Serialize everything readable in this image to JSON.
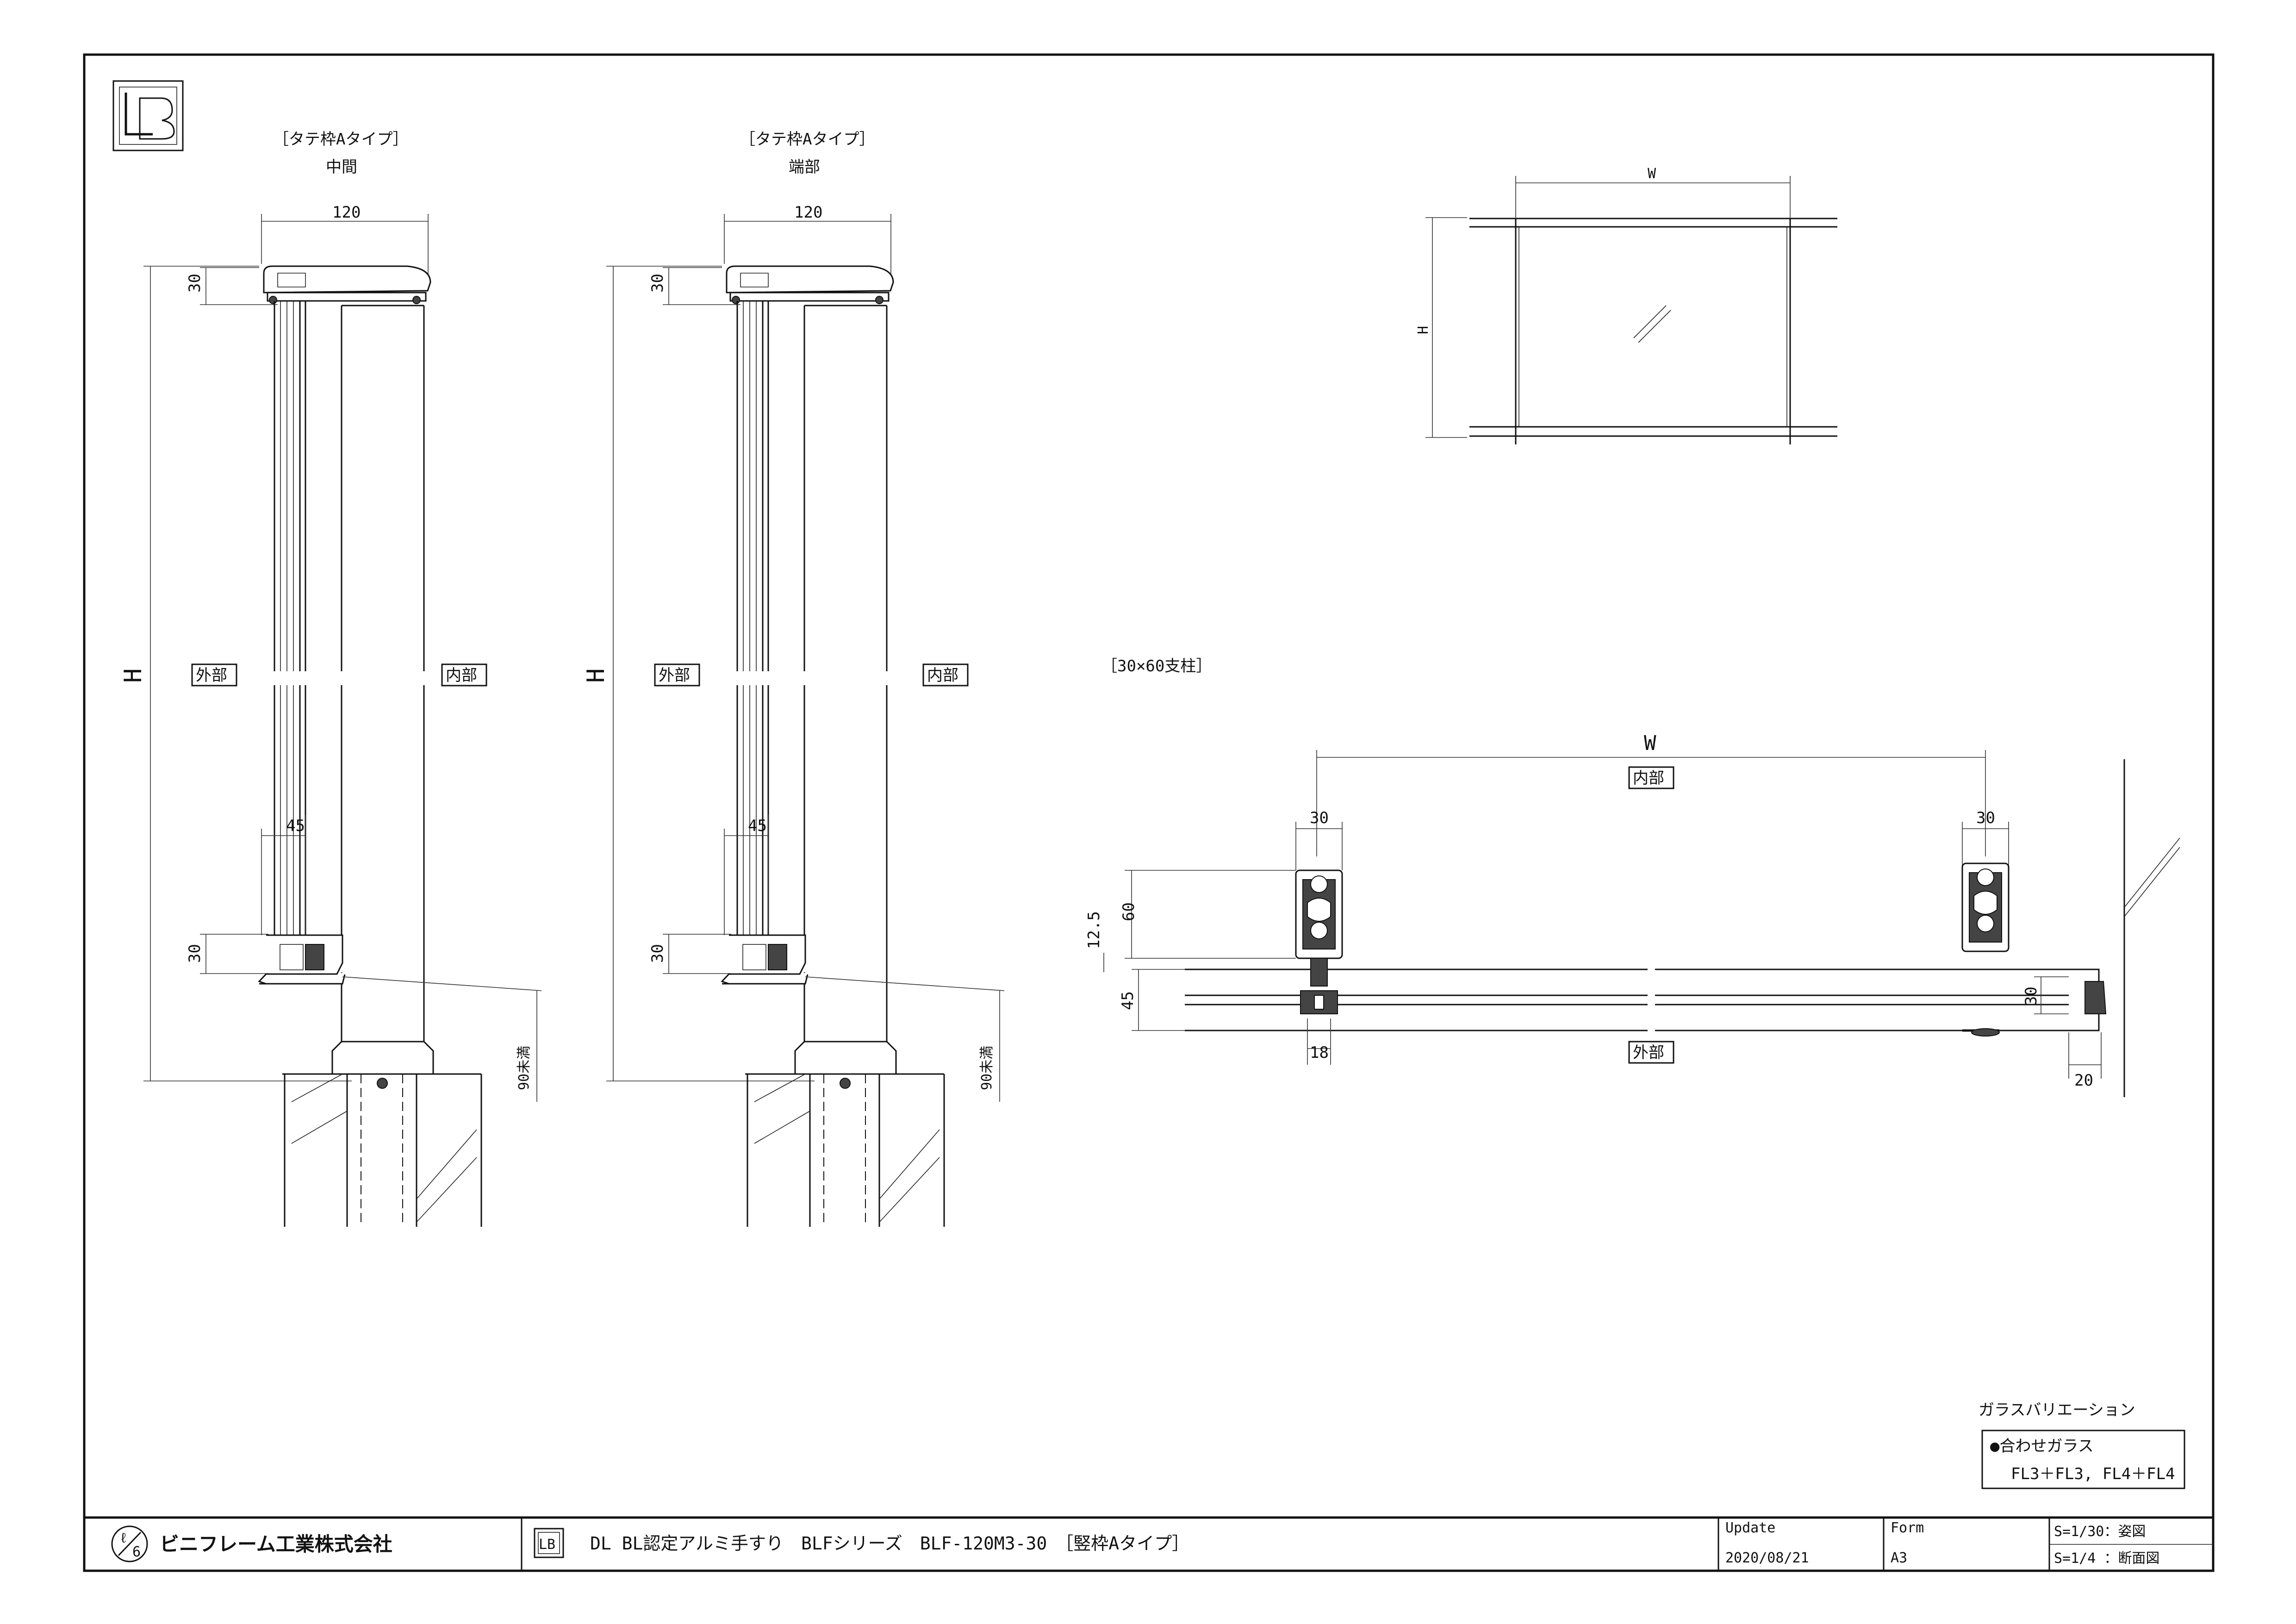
{
  "labels": {
    "left_type": "［タテ枠Aタイプ］",
    "left_position": "中間",
    "right_type": "［タテ枠Aタイプ］",
    "right_position": "端部",
    "post_note": "［30×60支柱］",
    "outside": "外部",
    "inside": "内部",
    "depth_note": "90未満"
  },
  "dimensions": {
    "width_120": "120",
    "d30": "30",
    "d45": "45",
    "h": "H",
    "w": "W",
    "d60": "60",
    "d12_5": "12.5",
    "d18": "18",
    "d20": "20"
  },
  "glass_variation": {
    "title": "ガラスバリエーション",
    "item": "●合わせガラス",
    "spec": "FL3＋FL3, FL4＋FL4"
  },
  "title_block": {
    "company": "ビニフレーム工業株式会社",
    "product": "DL BL認定アルミ手すり　BLFシリーズ　BLF-120M3-30　［竪枠Aタイプ］",
    "update_label": "Update",
    "update_date": "2020/08/21",
    "form_label": "Form",
    "form_value": "A3",
    "scale_elevation": "S=1/30：姿図",
    "scale_section": "S=1/4 ：断面図"
  },
  "logo": {
    "name": "lb-logo-icon",
    "text": "LB"
  }
}
